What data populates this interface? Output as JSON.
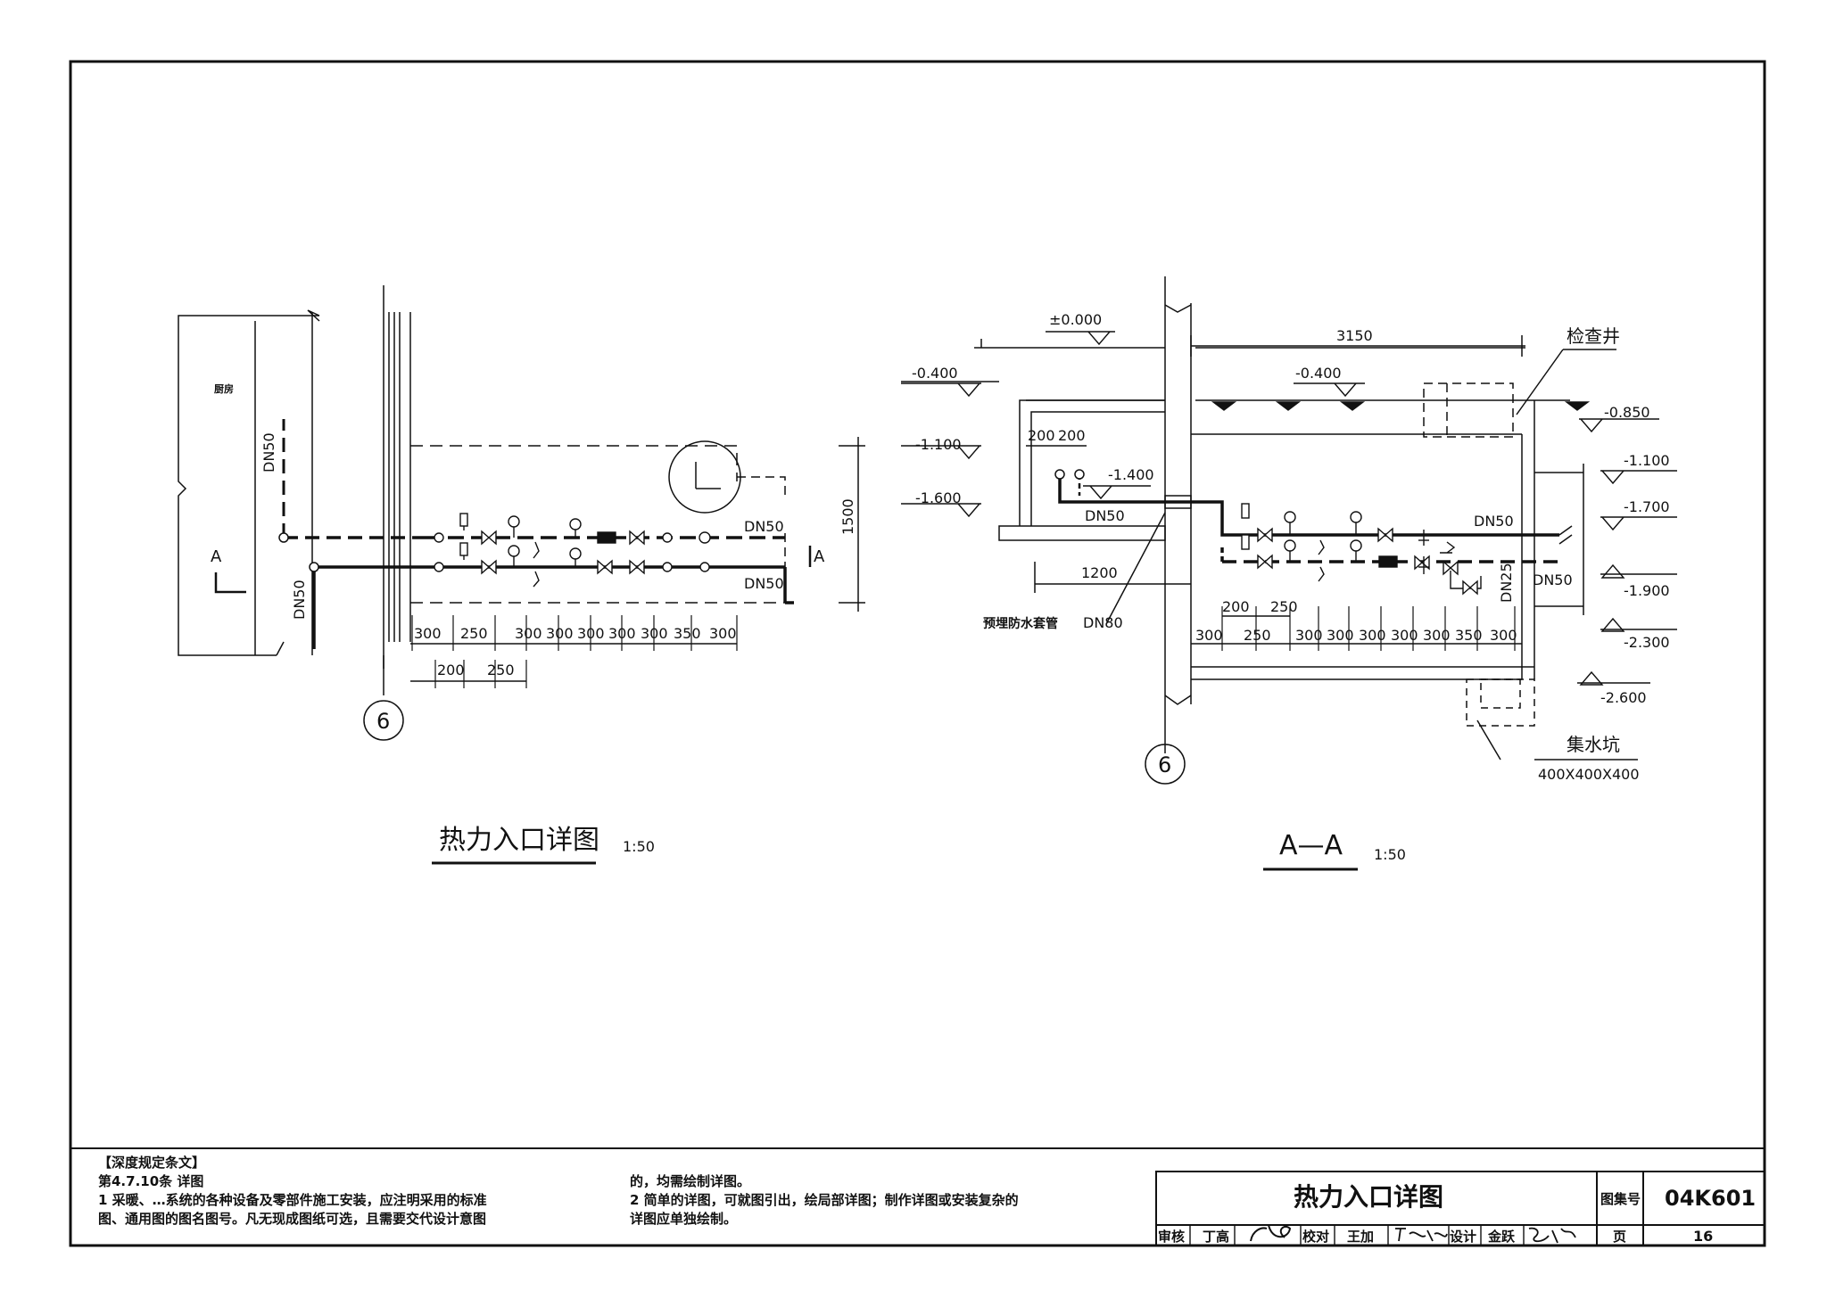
{
  "plan": {
    "title": "热力入口详图",
    "scale": "1:50",
    "room_label": "厨房",
    "pipe_labels": [
      "DN50",
      "DN50",
      "DN50",
      "DN50"
    ],
    "section_marks": [
      "A",
      "A"
    ],
    "dim_1500": "1500",
    "dims_row1": [
      "300",
      "250",
      "300",
      "300",
      "300",
      "300",
      "300",
      "350",
      "300"
    ],
    "dims_row2": [
      "200",
      "250"
    ],
    "axis": "6"
  },
  "section": {
    "title": "A—A",
    "scale": "1:50",
    "elevations": {
      "ground": "±0.000",
      "left_top": "-0.400",
      "mid_top": "-0.400",
      "left_1": "-1.100",
      "left_2": "-1.600",
      "inside": "-1.400",
      "right_1": "-0.850",
      "right_2": "-1.100",
      "right_3": "-1.700",
      "right_4": "-1.900",
      "right_5": "-2.300",
      "right_6": "-2.600"
    },
    "dim_3150": "3150",
    "dim_1200": "1200",
    "dims_200_200": [
      "200",
      "200"
    ],
    "dims_row1": [
      "300",
      "250",
      "300",
      "300",
      "300",
      "300",
      "300",
      "350",
      "300"
    ],
    "dims_row2": [
      "200",
      "250"
    ],
    "pipe_labels": [
      "DN50",
      "DN50",
      "DN25",
      "DN50"
    ],
    "sleeve_label": "预埋防水套管",
    "sleeve_size": "DN80",
    "well_label": "检查井",
    "sump_label": "集水坑",
    "sump_size": "400X400X400",
    "axis": "6"
  },
  "notes": {
    "heading": "【深度规定条文】",
    "clause": "第4.7.10条   详图",
    "item1_a": "1 采暖、…系统的各种设备及零部件施工安装，应注明采用的标准",
    "item1_b": "图、通用图的图名图号。凡无现成图纸可选，且需要交代设计意图",
    "item1_c": "的，均需绘制详图。",
    "item2_a": "2 简单的详图，可就图引出，绘局部详图；制作详图或安装复杂的",
    "item2_b": "详图应单独绘制。"
  },
  "title_block": {
    "drawing_title": "热力入口详图",
    "atlas_label": "图集号",
    "atlas_no": "04K601",
    "review_label": "审核",
    "review_name": "丁高",
    "check_label": "校对",
    "check_name": "王加",
    "design_label": "设计",
    "design_name": "金跃",
    "page_label": "页",
    "page_no": "16"
  }
}
